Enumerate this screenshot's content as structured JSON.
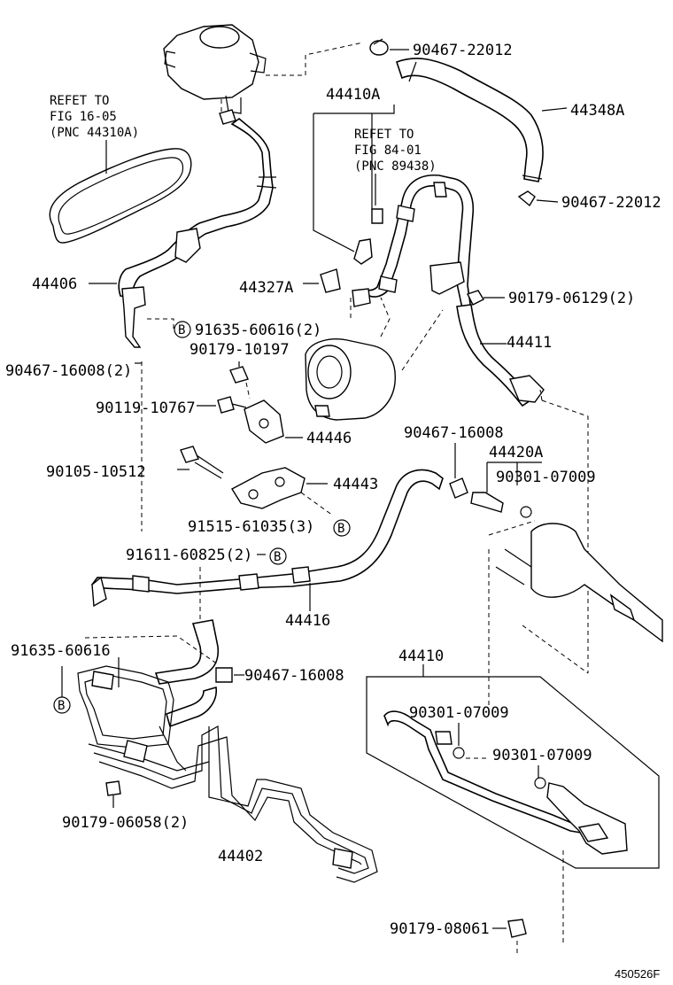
{
  "diagram_id": "450526F",
  "refer_notes": {
    "fig_16_05": {
      "line1": "REFET TO",
      "line2": "FIG 16-05",
      "line3": "(PNC 44310A)"
    },
    "fig_84_01": {
      "line1": "REFET TO",
      "line2": "FIG 84-01",
      "line3": "(PNC 89438)"
    }
  },
  "labels": {
    "p9046722012_top": "90467-22012",
    "p44410A": "44410A",
    "p44348A": "44348A",
    "p9046722012_mid": "90467-22012",
    "p44406": "44406",
    "p44327A": "44327A",
    "p9017906129": "90179-06129(2)",
    "p9163560616_2": "91635-60616(2)",
    "p44411": "44411",
    "p9017910197": "90179-10197",
    "p9046716008_2": "90467-16008(2)",
    "p9011910767": "90119-10767",
    "p44446": "44446",
    "p9046716008_right": "90467-16008",
    "p44420A": "44420A",
    "p9010510512": "90105-10512",
    "p9030107009_top": "90301-07009",
    "p44443": "44443",
    "p9151561035": "91515-61035(3)",
    "p9161160825": "91611-60825(2)",
    "p44416": "44416",
    "p9163560616": "91635-60616",
    "p44410": "44410",
    "p9046716008_low": "90467-16008",
    "p9030107009_a": "90301-07009",
    "p9030107009_b": "90301-07009",
    "p9017906058": "90179-06058(2)",
    "p44402": "44402",
    "p9017908061": "90179-08061"
  },
  "circle_marker": "B"
}
